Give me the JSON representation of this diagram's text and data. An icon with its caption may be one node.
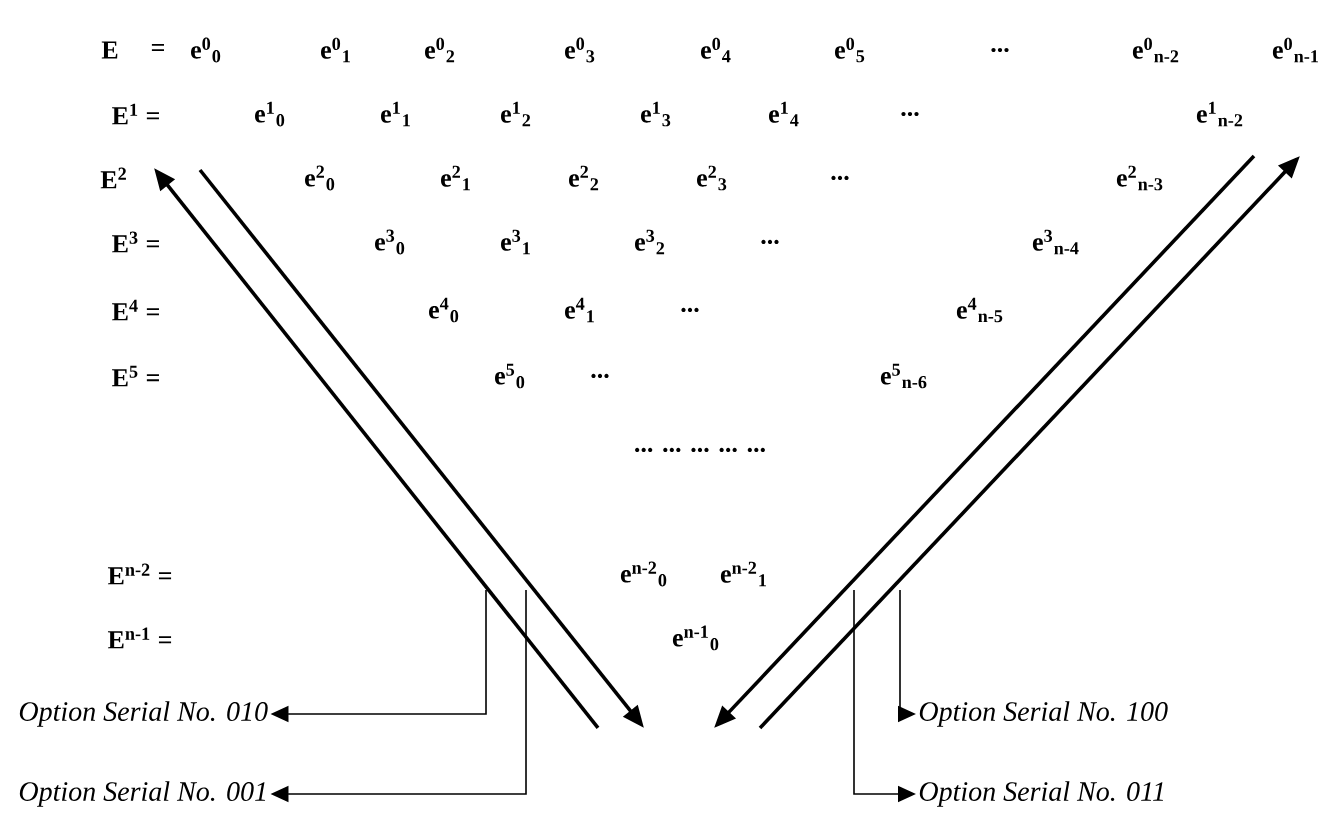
{
  "diagram": {
    "nodes": [
      {
        "text": [
          "Option Serial No. 010"
        ]
      },
      {
        "text": [
          "Option Serial No. 100"
        ]
      },
      {
        "text": [
          "Option Serial No. 001"
        ]
      },
      {
        "text": [
          "Option Serial No. 011"
        ]
      }
    ],
    "edges": [
      {
        "from": null,
        "to": 0,
        "arrow": "to"
      },
      {
        "from": null,
        "to": 1,
        "arrow": "to"
      },
      {
        "from": null,
        "to": 2,
        "arrow": "to"
      },
      {
        "from": null,
        "to": 3,
        "arrow": "to"
      }
    ],
    "labels": [
      "E",
      "=",
      "e$^{0}$$_{0}$",
      "e$^{0}$$_{1}$",
      "e$^{0}$$_{2}$",
      "e$^{0}$$_{3}$",
      "e$^{0}$$_{4}$",
      "e$^{0}$$_{5}$",
      "...",
      "e$^{0}$$_{n-2}$",
      "e$^{0}$$_{n-1}$",
      "E$^{1}$ =",
      "e$^{1}$$_{0}$",
      "e$^{1}$$_{1}$",
      "e$^{1}$$_{2}$",
      "e$^{1}$$_{3}$",
      "e$^{1}$$_{4}$",
      "...",
      "e$^{1}$$_{n-2}$",
      "E$^{2}$",
      "e$^{2}$$_{0}$",
      "e$^{2}$$_{1}$",
      "e$^{2}$$_{2}$",
      "e$^{2}$$_{3}$",
      "...",
      "e$^{2}$$_{n-3}$",
      "E$^{3}$ =",
      "e$^{3}$$_{0}$",
      "e$^{3}$$_{1}$",
      "e$^{3}$$_{2}$",
      "...",
      "e$^{3}$$_{n-4}$",
      "E$^{4}$ =",
      "e$^{4}$$_{0}$",
      "e$^{4}$$_{1}$",
      "...",
      "e$^{4}$$_{n-5}$",
      "E$^{5}$ =",
      "e$^{5}$$_{0}$",
      "...",
      "e$^{5}$$_{n-6}$",
      "... ... ... ... ...",
      "E$^{n-2}$ =",
      "e$^{n-2}$$_{0}$",
      "e$^{n-2}$$_{1}$",
      "E$^{n-1}$ =",
      "e$^{n-1}$$_{0}$"
    ]
  }
}
